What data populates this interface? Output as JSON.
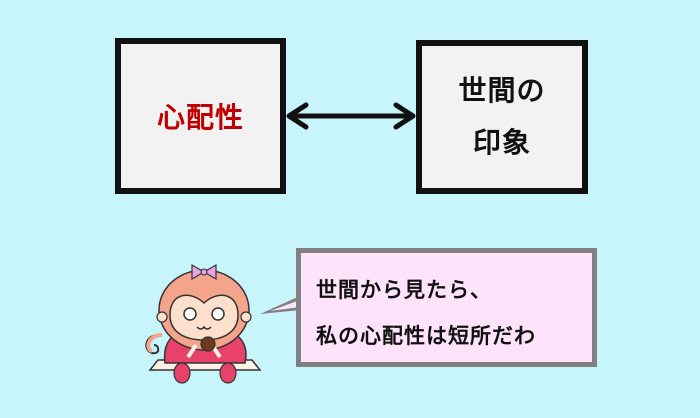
{
  "diagram": {
    "left_box": {
      "label": "心配性",
      "text_color": "#c00000"
    },
    "right_box": {
      "lines": [
        "世間の",
        "印象"
      ]
    },
    "connector": {
      "type": "double-arrow",
      "color": "#111111"
    },
    "speech_bubble": {
      "lines": [
        "世間から見たら、",
        "私の心配性は短所だわ"
      ],
      "background": "#fde4fb",
      "border": "#808080"
    },
    "character": {
      "description": "monkey-girl-mascot"
    },
    "background": "#c8f5fb"
  }
}
